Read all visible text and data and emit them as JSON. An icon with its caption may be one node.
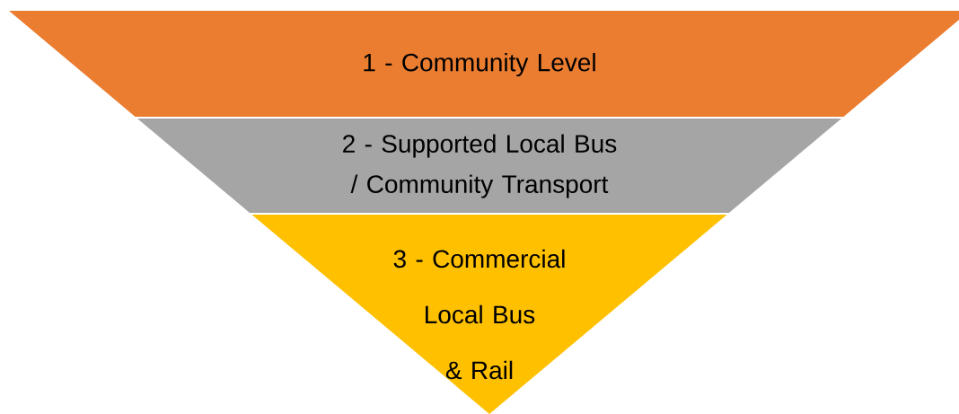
{
  "diagram": {
    "nodes": [
      {
        "text": [
          "1 - Community Level"
        ]
      },
      {
        "text": [
          "2 - Supported Local Bus / Community Transport"
        ]
      },
      {
        "text": [
          "3 - Commercial Local Bus & Rail"
        ]
      }
    ]
  }
}
